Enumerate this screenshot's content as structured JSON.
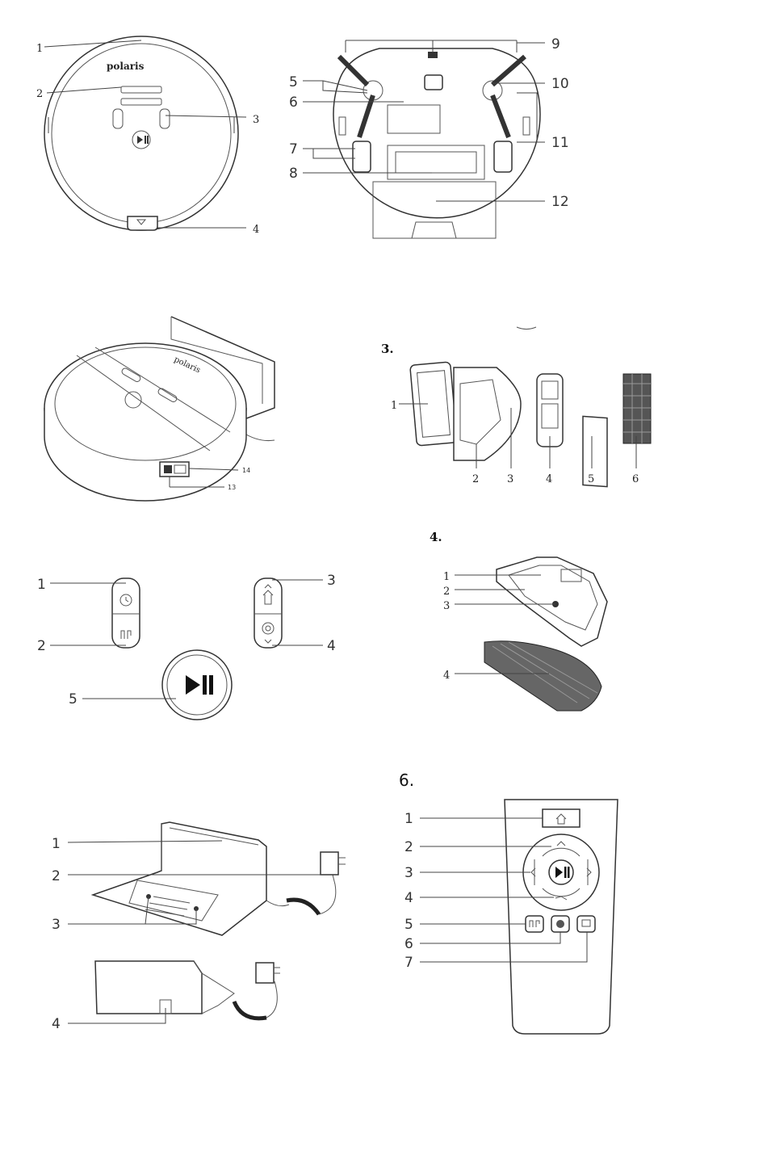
{
  "fig1_top": {
    "brand": "polaris",
    "callouts": [
      "1",
      "2",
      "3",
      "4"
    ]
  },
  "fig1_bottom": {
    "callouts": [
      "5",
      "6",
      "7",
      "8",
      "9",
      "10",
      "11",
      "12"
    ]
  },
  "fig2": {
    "brand": "polaris",
    "callouts": [
      "14",
      "13"
    ]
  },
  "fig3": {
    "section": "3.",
    "callouts": [
      "1",
      "2",
      "3",
      "4",
      "5",
      "6"
    ]
  },
  "fig_buttons": {
    "callouts": [
      "1",
      "2",
      "3",
      "4",
      "5"
    ]
  },
  "fig4": {
    "section": "4.",
    "callouts": [
      "1",
      "2",
      "3",
      "4"
    ]
  },
  "fig_base": {
    "callouts": [
      "1",
      "2",
      "3",
      "4"
    ]
  },
  "fig6": {
    "section": "6.",
    "callouts": [
      "1",
      "2",
      "3",
      "4",
      "5",
      "6",
      "7"
    ]
  }
}
